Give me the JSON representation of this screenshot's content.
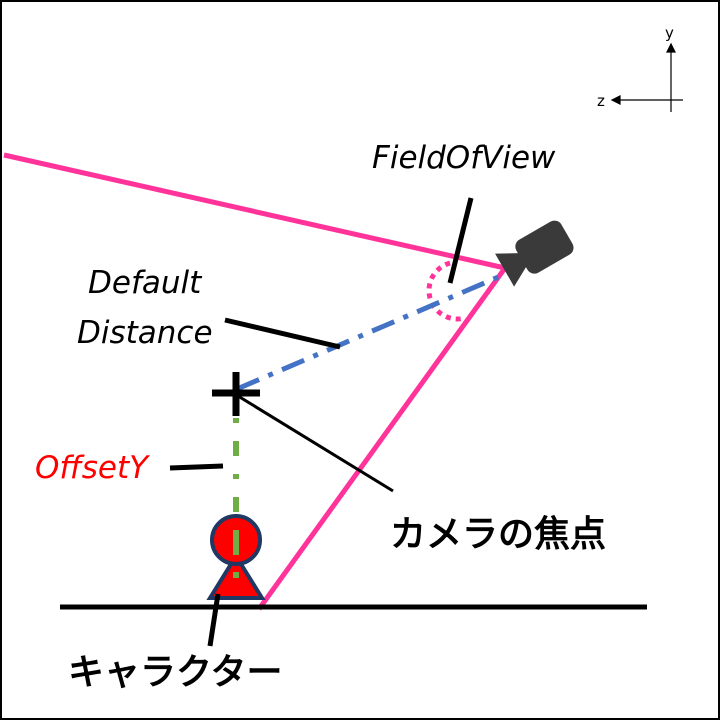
{
  "labels": {
    "field_of_view": "FieldOfView",
    "default_line1": "Default",
    "default_line2": "Distance",
    "offset_y": "OffsetY",
    "focus_point": "カメラの焦点",
    "character": "キャラクター"
  },
  "axes": {
    "y": "y",
    "z": "z"
  },
  "colors": {
    "frustum": "#ff3399",
    "distance": "#4472c4",
    "offset": "#70ad47",
    "character_fill": "#ff0000",
    "character_stroke": "#1f3864",
    "camera": "#3a3a3a",
    "offset_label": "#ff0000"
  }
}
